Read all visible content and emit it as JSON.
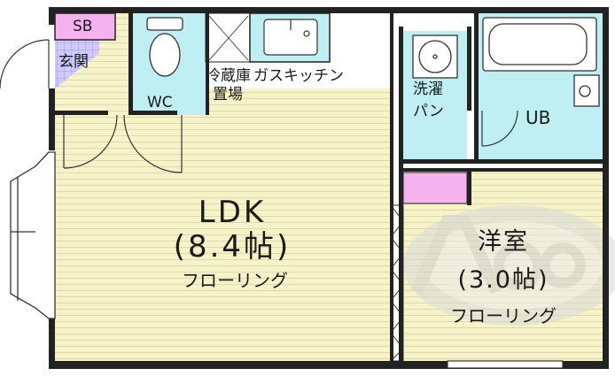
{
  "rooms": {
    "sb": {
      "label": "SB"
    },
    "genkan": {
      "label": "玄関"
    },
    "wc": {
      "label": "WC"
    },
    "fridge": {
      "label1": "冷蔵庫",
      "label2": "置場"
    },
    "kitchen": {
      "label": "ガスキッチン"
    },
    "laundry": {
      "label1": "洗濯",
      "label2": "パン"
    },
    "ub": {
      "label": "UB"
    },
    "ldk": {
      "name": "LDK",
      "size": "(8.4帖)",
      "floor": "フローリング"
    },
    "yoshitsu": {
      "name": "洋室",
      "size": "(3.0帖)",
      "floor": "フローリング"
    }
  },
  "colors": {
    "wall": "#222222",
    "floor_wood": "#f6f3cb",
    "floor_line": "#dfd9a3",
    "wet_area": "#bfeef3",
    "storage": "#f4b3ee",
    "tile": "#b9b4f5",
    "watermark": "#dcdcdc"
  }
}
